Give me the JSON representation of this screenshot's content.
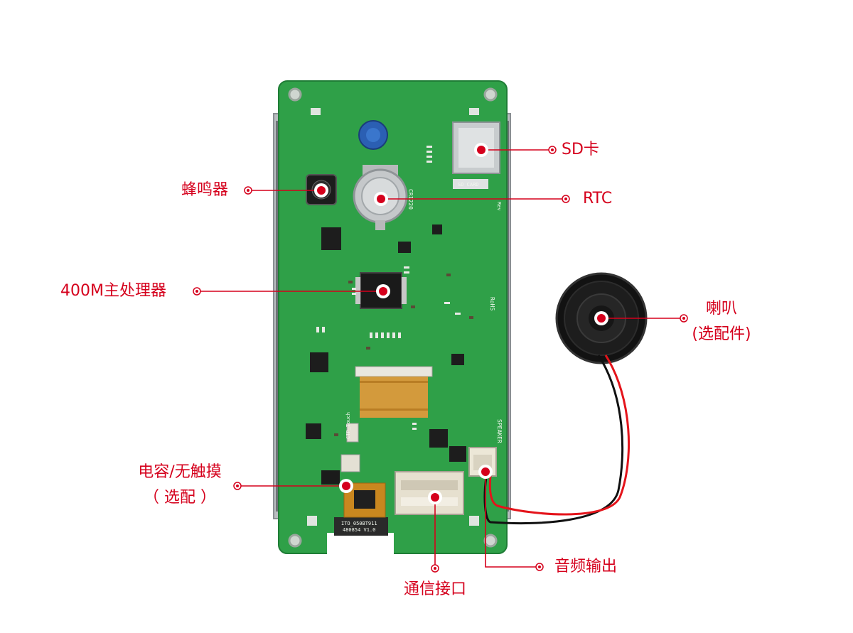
{
  "colors": {
    "pcb": "#2fa048",
    "pcb_dark": "#1f7d36",
    "callout": "#d5001c",
    "wire_red": "#e4141b",
    "wire_black": "#111111",
    "connector": "#e6e0cf",
    "ffc": "#d39a3c"
  },
  "callouts": {
    "sd_card": "SD卡",
    "rtc": "RTC",
    "buzzer": "蜂鸣器",
    "processor": "400M主处理器",
    "speaker_line1": "喇叭",
    "speaker_line2": "(选配件)",
    "touch_line1": "电容/无触摸",
    "touch_line2": "（ 选配 ）",
    "comm_port": "通信接口",
    "audio_out": "音频输出"
  },
  "silkscreen": {
    "sd_card": "SD CARD",
    "speaker": "SPEAKER",
    "rohs": "RoHS",
    "ctp_touch": "CTP_Touch",
    "label_line1": "ITO_050BT911",
    "label_line2": "480854 V1.0",
    "cr1220": "CR1220",
    "rev": "Rev"
  }
}
